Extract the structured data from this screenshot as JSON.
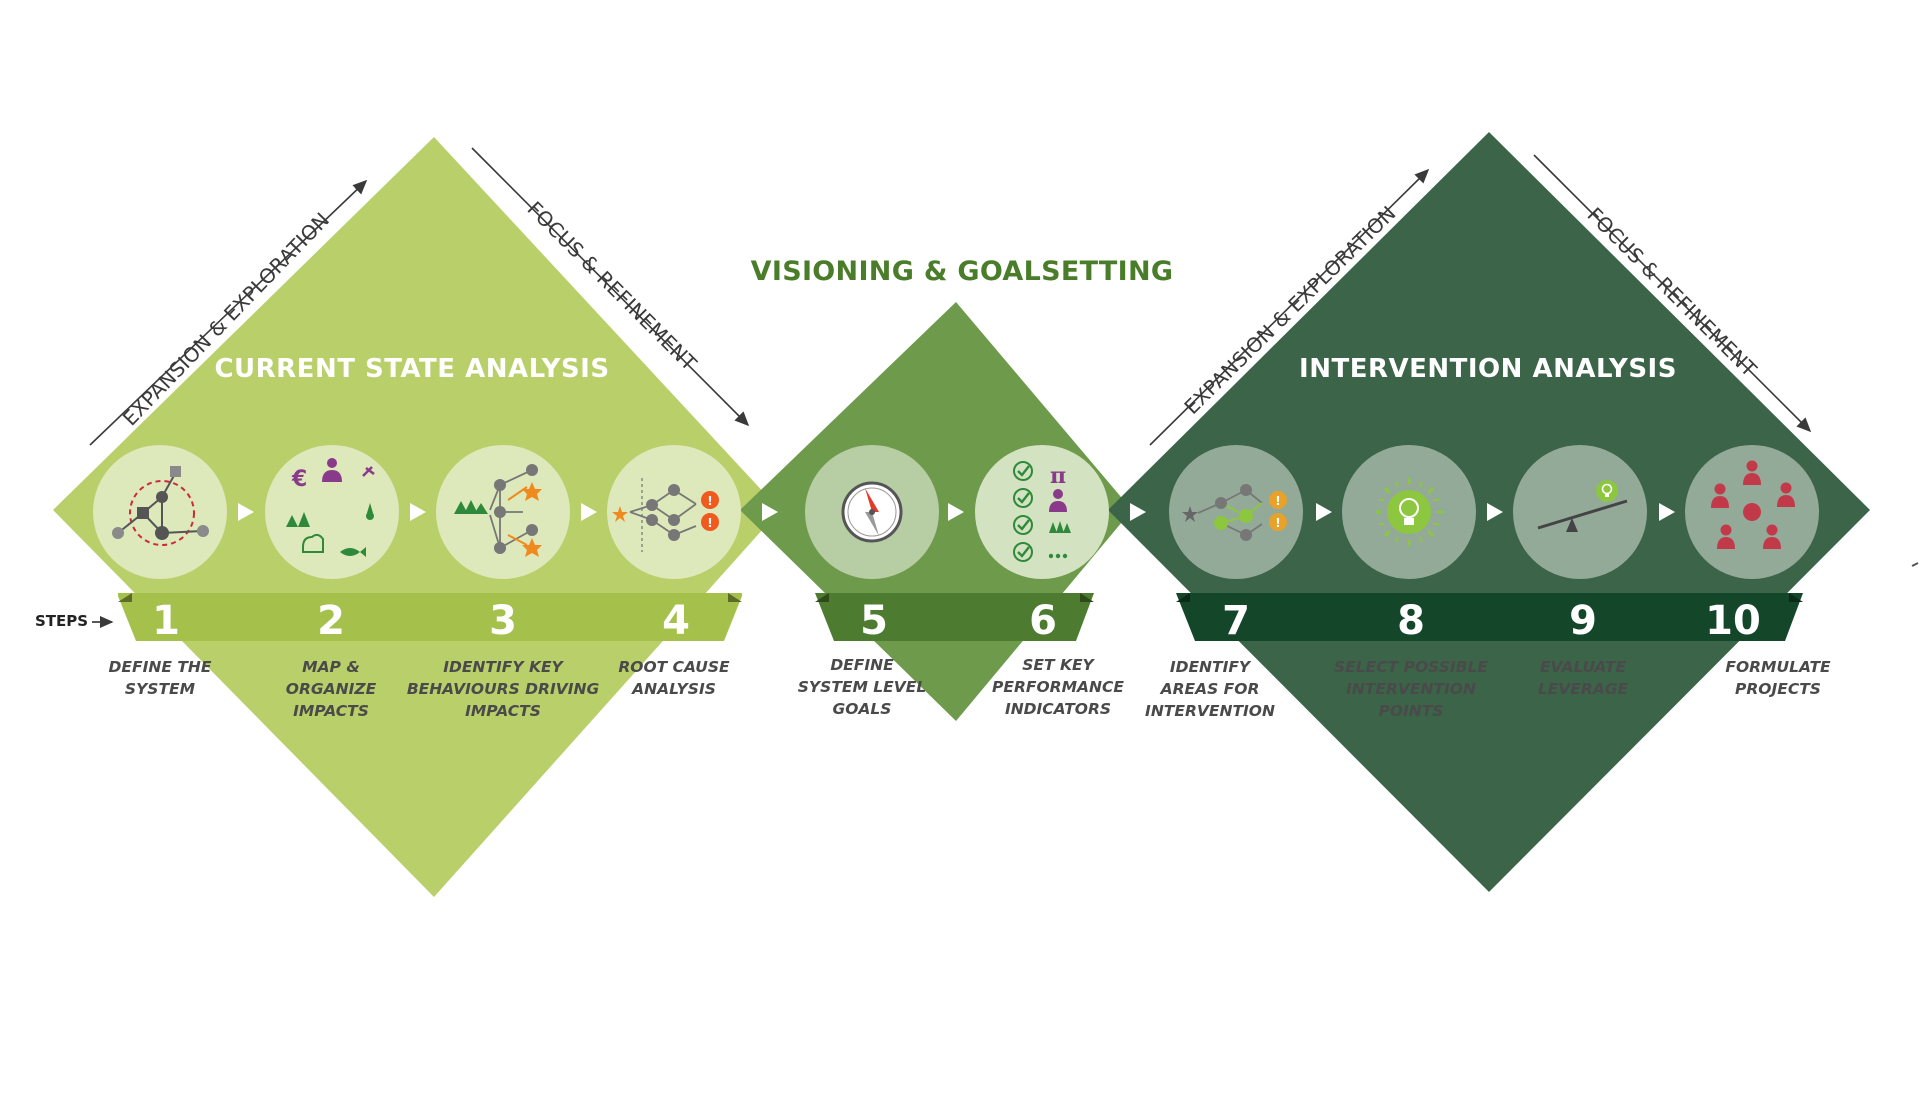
{
  "colors": {
    "phase1": "#b9cf6a",
    "phase2": "#6e9a4c",
    "phase3": "#3b6448",
    "band1": "#a6c04c",
    "band2": "#4d7c30",
    "band3": "#14462a",
    "heading_green": "#4a7d2a",
    "accent_orange": "#f08a1e",
    "accent_red": "#c23a4a",
    "accent_purple": "#8a3a8a"
  },
  "steps_label": "STEPS",
  "phases": [
    {
      "title": "CURRENT STATE\nANALYSIS",
      "left_label": "EXPANSION & EXPLORATION",
      "right_label": "FOCUS & REFINEMENT"
    },
    {
      "title": "VISIONING & GOALSETTING"
    },
    {
      "title": "INTERVENTION\nANALYSIS",
      "left_label": "EXPANSION & EXPLORATION",
      "right_label": "FOCUS & REFINEMENT"
    }
  ],
  "steps": [
    {
      "number": "1",
      "label": "DEFINE THE\nSYSTEM",
      "icon": "system-boundary-icon"
    },
    {
      "number": "2",
      "label": "MAP &\nORGANIZE\nIMPACTS",
      "icon": "impacts-map-icon"
    },
    {
      "number": "3",
      "label": "IDENTIFY KEY\nBEHAVIOURS DRIVING\nIMPACTS",
      "icon": "behaviour-network-icon"
    },
    {
      "number": "4",
      "label": "ROOT CAUSE\nANALYSIS",
      "icon": "root-cause-icon"
    },
    {
      "number": "5",
      "label": "DEFINE\nSYSTEM LEVEL\nGOALS",
      "icon": "compass-icon"
    },
    {
      "number": "6",
      "label": "SET KEY\nPERFORMANCE\nINDICATORS",
      "icon": "kpi-checklist-icon"
    },
    {
      "number": "7",
      "label": "IDENTIFY\nAREAS FOR\nINTERVENTION",
      "icon": "intervention-areas-icon"
    },
    {
      "number": "8",
      "label": "SELECT POSSIBLE\nINTERVENTION\nPOINTS",
      "icon": "lightbulb-icon"
    },
    {
      "number": "9",
      "label": "EVALUATE\nLEVERAGE",
      "icon": "lever-icon"
    },
    {
      "number": "10",
      "label": "FORMULATE\nPROJECTS",
      "icon": "people-group-icon"
    }
  ]
}
